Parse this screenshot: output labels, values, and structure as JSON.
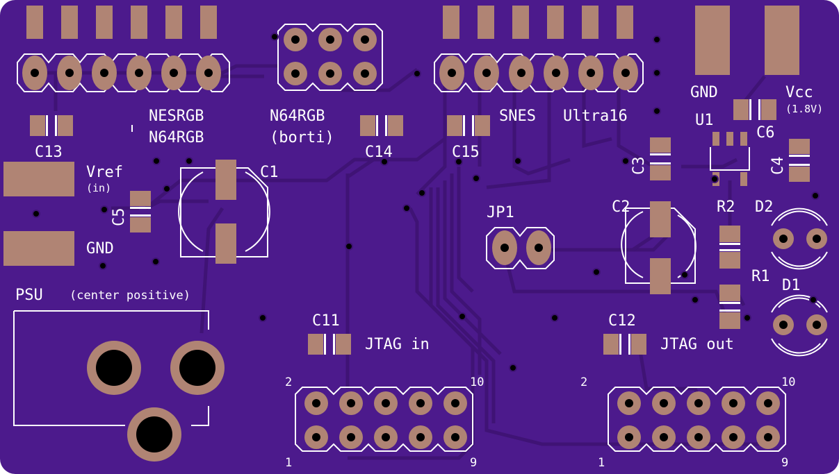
{
  "board": {
    "colors": {
      "substrate": "#4c1a8c",
      "copper_trace": "#3f1375",
      "pad": "#b08474",
      "silkscreen": "#ffffff",
      "hole": "#000000"
    }
  },
  "labels": {
    "nesrgb": "NESRGB",
    "n64rgb_left": "N64RGB",
    "n64rgb_center": "N64RGB",
    "borti": "(borti)",
    "snes": "SNES",
    "ultra16": "Ultra16",
    "gnd_top": "GND",
    "vcc": "Vcc",
    "vcc_voltage": "(1.8V)",
    "u1": "U1",
    "c1": "C1",
    "c2": "C2",
    "c3": "C3",
    "c4": "C4",
    "c5": "C5",
    "c6": "C6",
    "c11": "C11",
    "c12": "C12",
    "c13": "C13",
    "c14": "C14",
    "c15": "C15",
    "jp1": "JP1",
    "r1": "R1",
    "r2": "R2",
    "d1": "D1",
    "d2": "D2",
    "vref": "Vref",
    "vref_in": "(in)",
    "gnd_left": "GND",
    "psu": "PSU",
    "psu_note": "(center positive)",
    "jtag_in": "JTAG in",
    "jtag_out": "JTAG out",
    "jtag_in_pin2": "2",
    "jtag_in_pin10": "10",
    "jtag_in_pin1": "1",
    "jtag_in_pin9": "9",
    "jtag_out_pin2": "2",
    "jtag_out_pin10": "10",
    "jtag_out_pin1": "1",
    "jtag_out_pin9": "9"
  }
}
